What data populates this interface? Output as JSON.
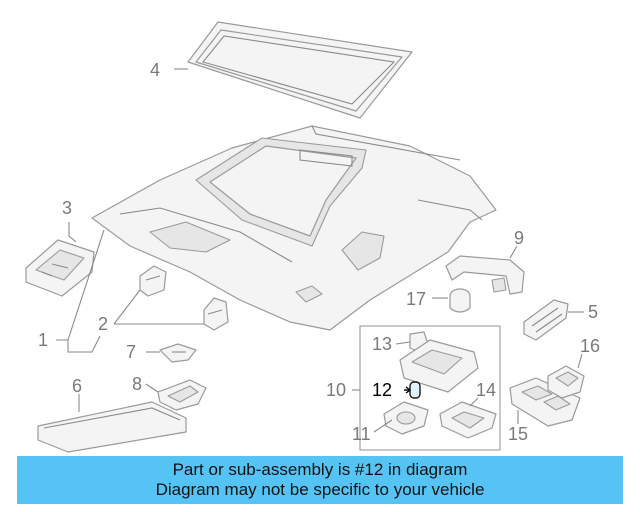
{
  "callouts": {
    "c1": "1",
    "c2": "2",
    "c3": "3",
    "c4": "4",
    "c5": "5",
    "c6": "6",
    "c7": "7",
    "c8": "8",
    "c9": "9",
    "c10": "10",
    "c11": "11",
    "c12": "12",
    "c13": "13",
    "c14": "14",
    "c15": "15",
    "c16": "16",
    "c17": "17"
  },
  "highlighted_part": "12",
  "banner": {
    "line1": "Part or sub-assembly is #12 in diagram",
    "line2": "Diagram may not be specific to your vehicle"
  },
  "colors": {
    "banner_background": "#55c4f5",
    "callout_text": "#7a7a7a",
    "highlight_text": "#000000"
  }
}
